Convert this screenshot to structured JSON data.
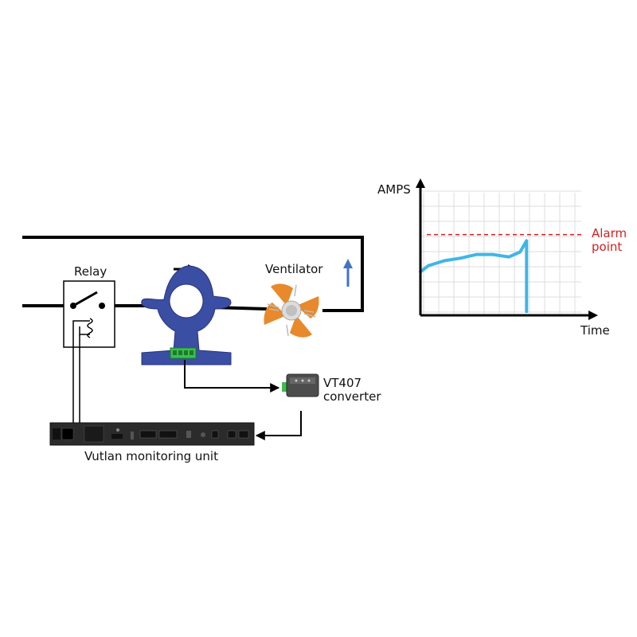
{
  "labels": {
    "relay": "Relay",
    "ventilator": "Ventilator",
    "converter_line1": "VT407",
    "converter_line2": "converter",
    "monitoring_unit": "Vutlan monitoring unit"
  },
  "colors": {
    "wire": "#000000",
    "sensor": "#3a4ea3",
    "fan": "#e8892b",
    "trace": "#3fb6e6",
    "alarm": "#d02020",
    "grid": "#dddddd",
    "direction_arrow": "#4472c4"
  },
  "chart_data": {
    "type": "line",
    "title": "",
    "ylabel": "AMPS",
    "xlabel": "Time",
    "grid": true,
    "legend": "none",
    "xlim": [
      0,
      10
    ],
    "ylim": [
      0,
      10
    ],
    "series": [
      {
        "name": "",
        "x": [
          0,
          0.5,
          1.5,
          2.5,
          3.5,
          4.5,
          5.5,
          6.2,
          6.6,
          6.6
        ],
        "y": [
          3.5,
          4.0,
          4.4,
          4.6,
          4.9,
          4.9,
          4.7,
          5.1,
          6.0,
          0.3
        ]
      }
    ],
    "annotations": [
      {
        "type": "hline",
        "y": 6.5,
        "label_line1": "Alarm",
        "label_line2": "point"
      }
    ]
  }
}
